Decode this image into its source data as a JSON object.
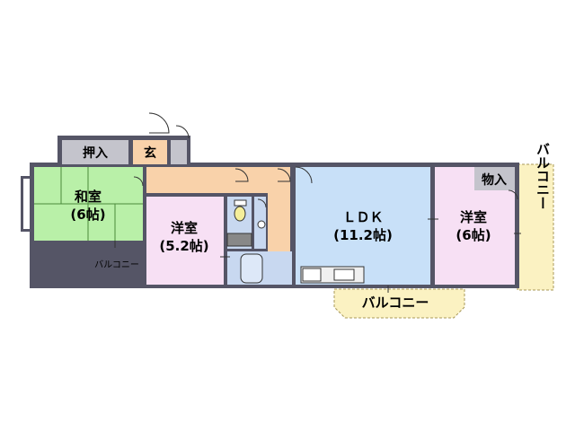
{
  "floorplan": {
    "rooms": {
      "washitsu": {
        "name": "和室",
        "size": "(6帖)"
      },
      "youshitsu_left": {
        "name": "洋室",
        "size": "(5.2帖)"
      },
      "ldk": {
        "name": "ＬＤＫ",
        "size": "(11.2帖)"
      },
      "youshitsu_right": {
        "name": "洋室",
        "size": "(6帖)"
      },
      "oshiire": {
        "name": "押入"
      },
      "genkan": {
        "name": "玄"
      },
      "monoire": {
        "name": "物入"
      }
    },
    "balconies": {
      "left": "バルコニー",
      "bottom": "バルコニー",
      "right": "バルコニー"
    }
  },
  "colors": {
    "wall": "#555566",
    "washitsu": "#b9f0a8",
    "youshitsu": "#f7e0f4",
    "ldk": "#c8e0f8",
    "corridor": "#f9d2aa",
    "bath": "#c8d8f0",
    "storage": "#c4c4cc",
    "balcony": "#fbf2c2"
  }
}
